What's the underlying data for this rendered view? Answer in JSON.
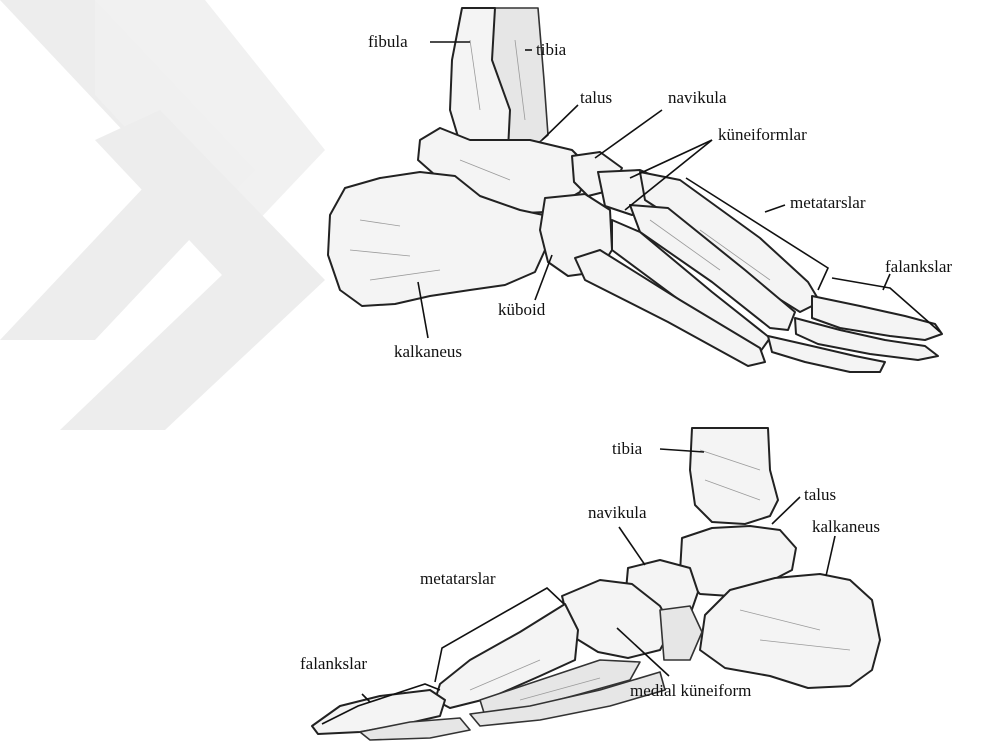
{
  "lateral_view": {
    "labels": {
      "fibula": "fibula",
      "tibia": "tibia",
      "talus": "talus",
      "navikula": "navikula",
      "kuneiformlar": "küneiformlar",
      "metatarslar": "metatarslar",
      "falankslar": "falankslar",
      "kuboid": "küboid",
      "kalkaneus": "kalkaneus"
    }
  },
  "medial_view": {
    "labels": {
      "tibia": "tibia",
      "talus": "talus",
      "navikula": "navikula",
      "kalkaneus": "kalkaneus",
      "metatarslar": "metatarslar",
      "falankslar": "falankslar",
      "medial_kuneiform": "medial küneiform"
    }
  },
  "watermark_color": "#ececec"
}
